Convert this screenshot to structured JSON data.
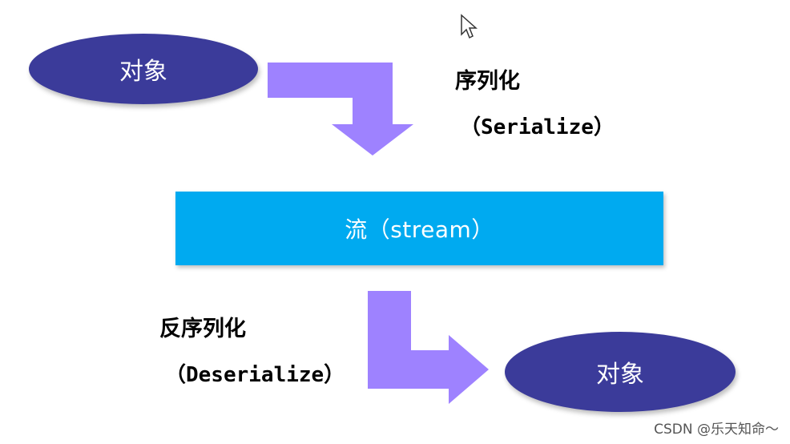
{
  "diagram": {
    "object_top": "对象",
    "object_bottom": "对象",
    "stream": "流（stream）",
    "serialize_title": "序列化",
    "serialize_english": "（Serialize）",
    "deserialize_title": "反序列化",
    "deserialize_english": "（Deserialize）"
  },
  "watermark": "CSDN @乐天知命～",
  "colors": {
    "ellipse": "#3b3b9a",
    "stream_box": "#00aaf0",
    "arrow": "#9e82ff"
  },
  "icons": {
    "cursor": "mouse-pointer-icon"
  }
}
